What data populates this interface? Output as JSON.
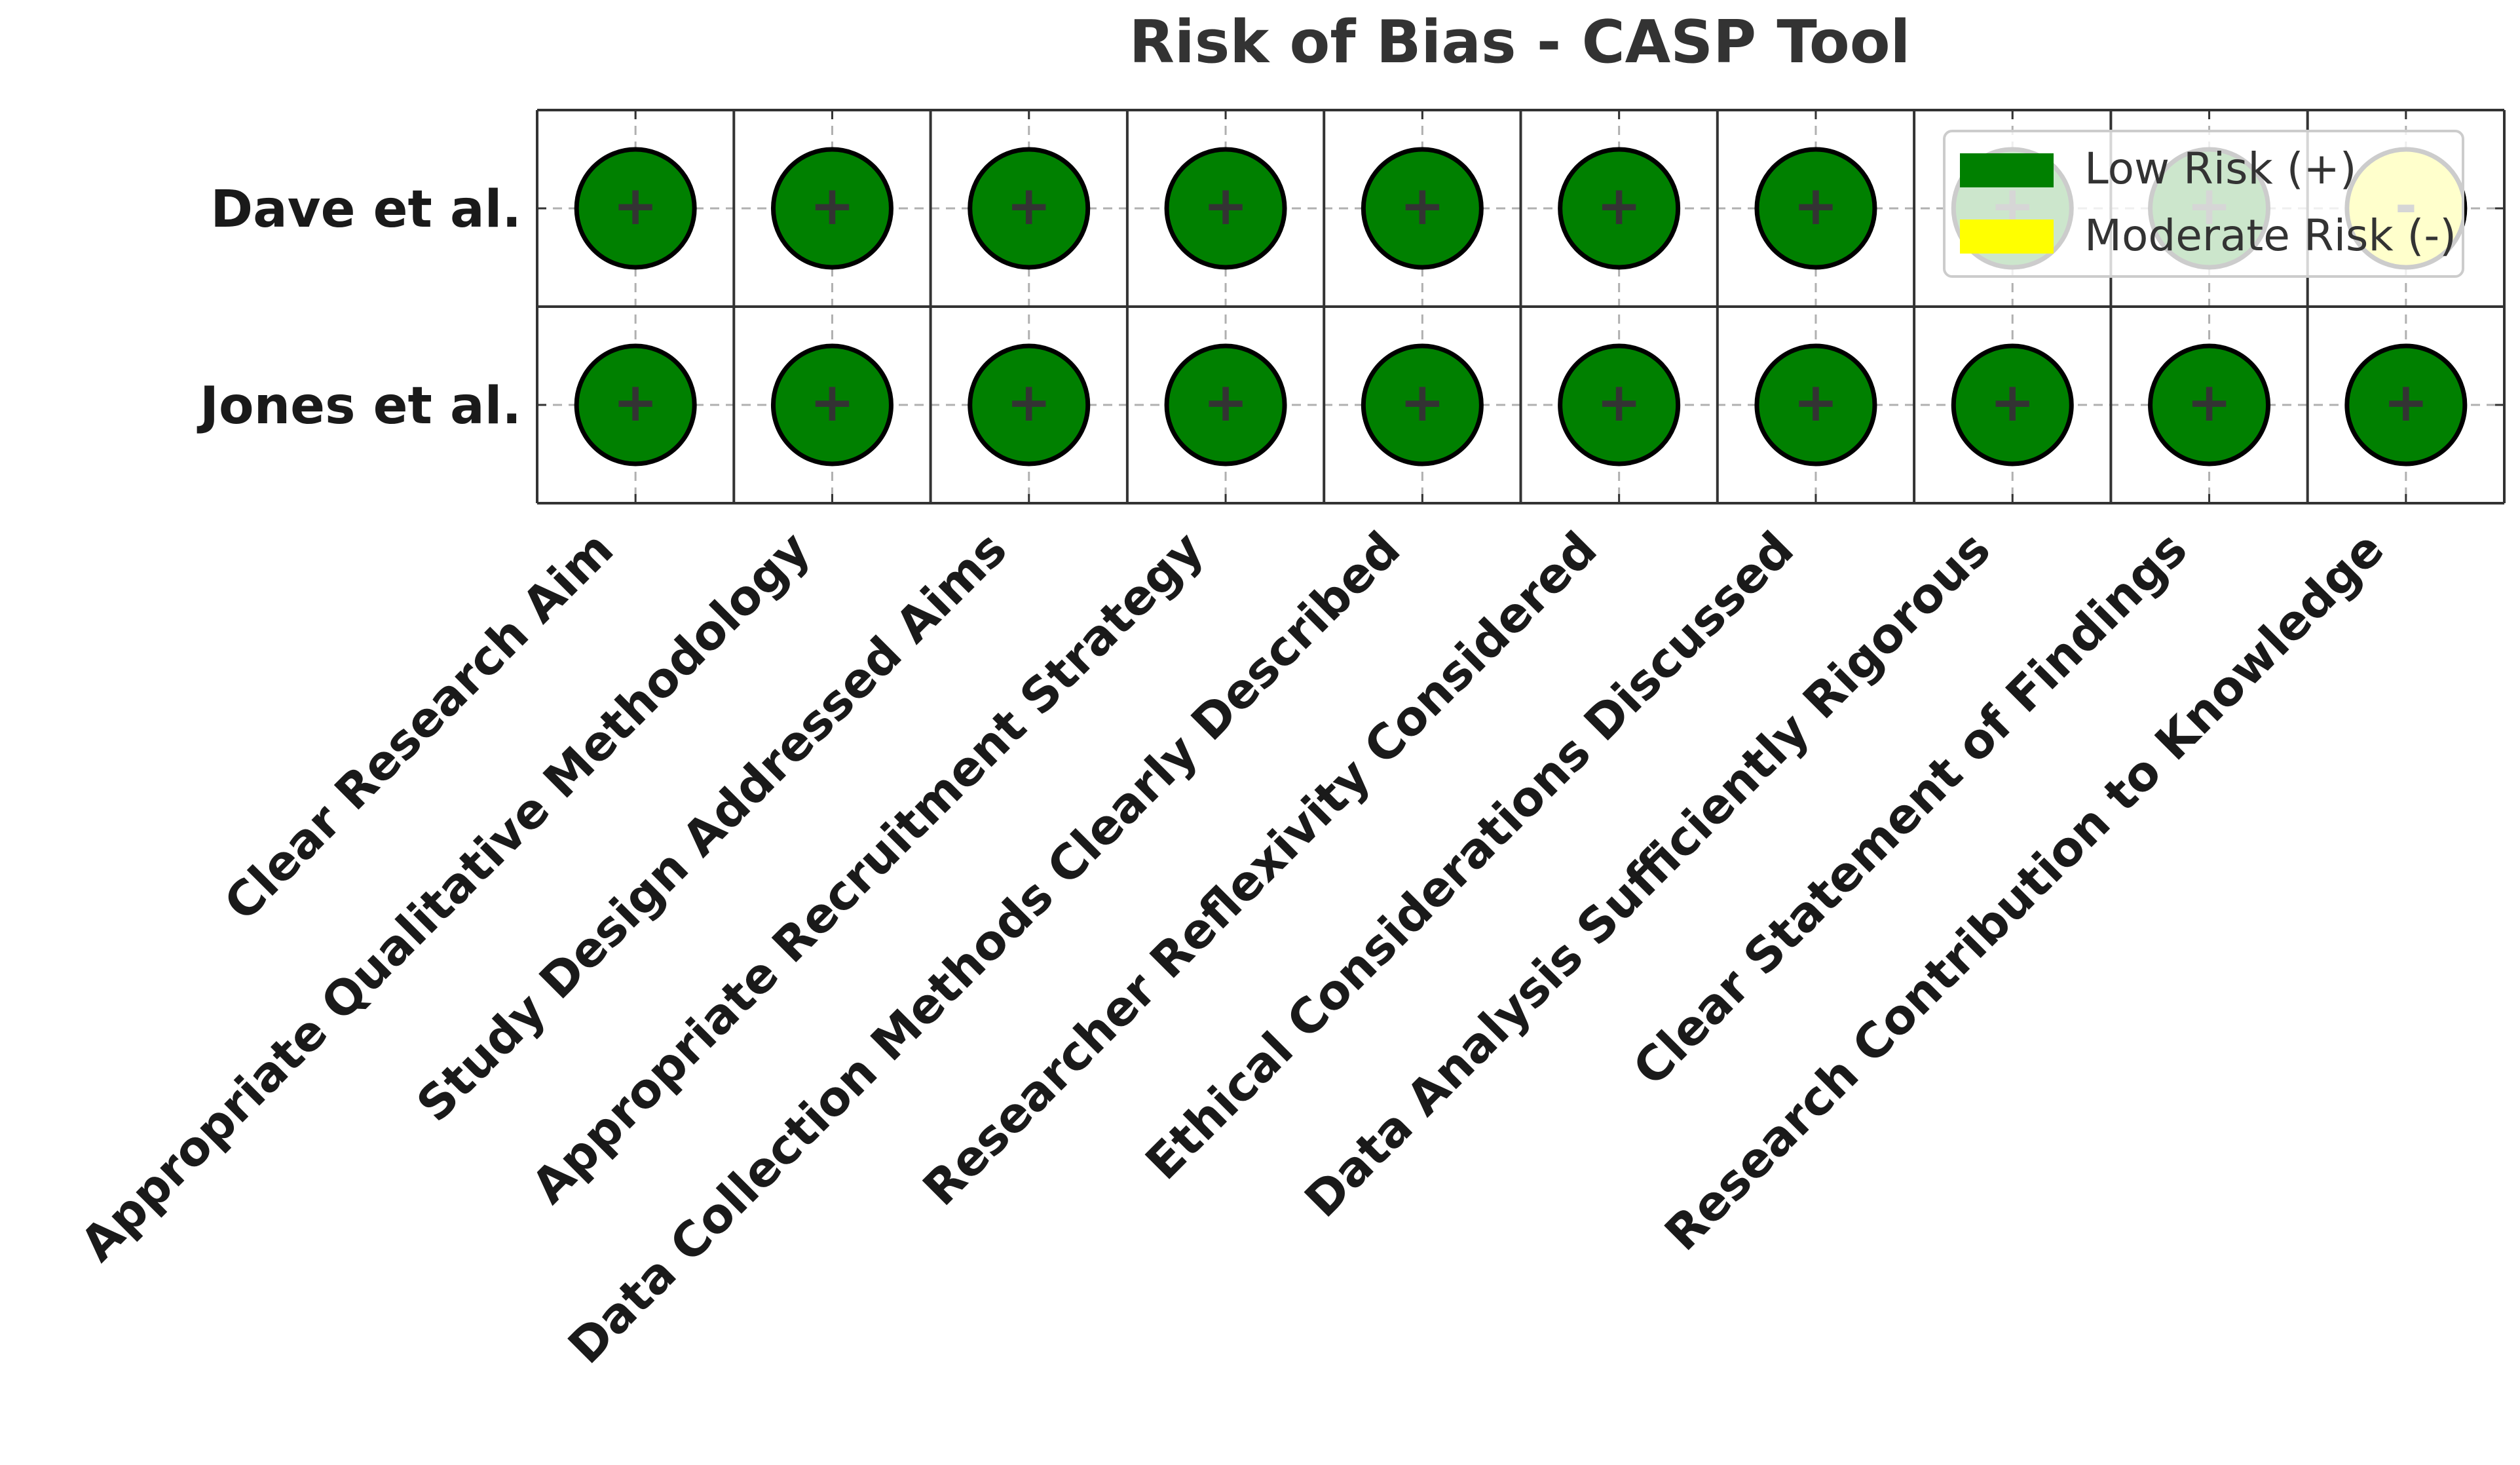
{
  "chart_data": {
    "type": "heatmap",
    "title": "Risk of Bias - CASP Tool",
    "xlabel": "",
    "ylabel": "",
    "studies": [
      "Dave et al.",
      "Jones et al."
    ],
    "criteria": [
      "Clear Research Aim",
      "Appropriate Qualitative Methodology",
      "Study Design Addressed Aims",
      "Appropriate Recruitment Strategy",
      "Data Collection Methods Clearly Described",
      "Researcher Reflexivity Considered",
      "Ethical Considerations Discussed",
      "Data Analysis Sufficiently Rigorous",
      "Clear Statement of Findings",
      "Research Contribution to Knowledge"
    ],
    "ratings": [
      [
        "+",
        "+",
        "+",
        "+",
        "+",
        "+",
        "+",
        "+",
        "+",
        "-"
      ],
      [
        "+",
        "+",
        "+",
        "+",
        "+",
        "+",
        "+",
        "+",
        "+",
        "+"
      ]
    ],
    "levels": {
      "+": {
        "label": "Low Risk (+)",
        "color": "#008000"
      },
      "-": {
        "label": "Moderate Risk (-)",
        "color": "#ffff00"
      }
    },
    "legend_position": "upper-right",
    "grid": true
  }
}
